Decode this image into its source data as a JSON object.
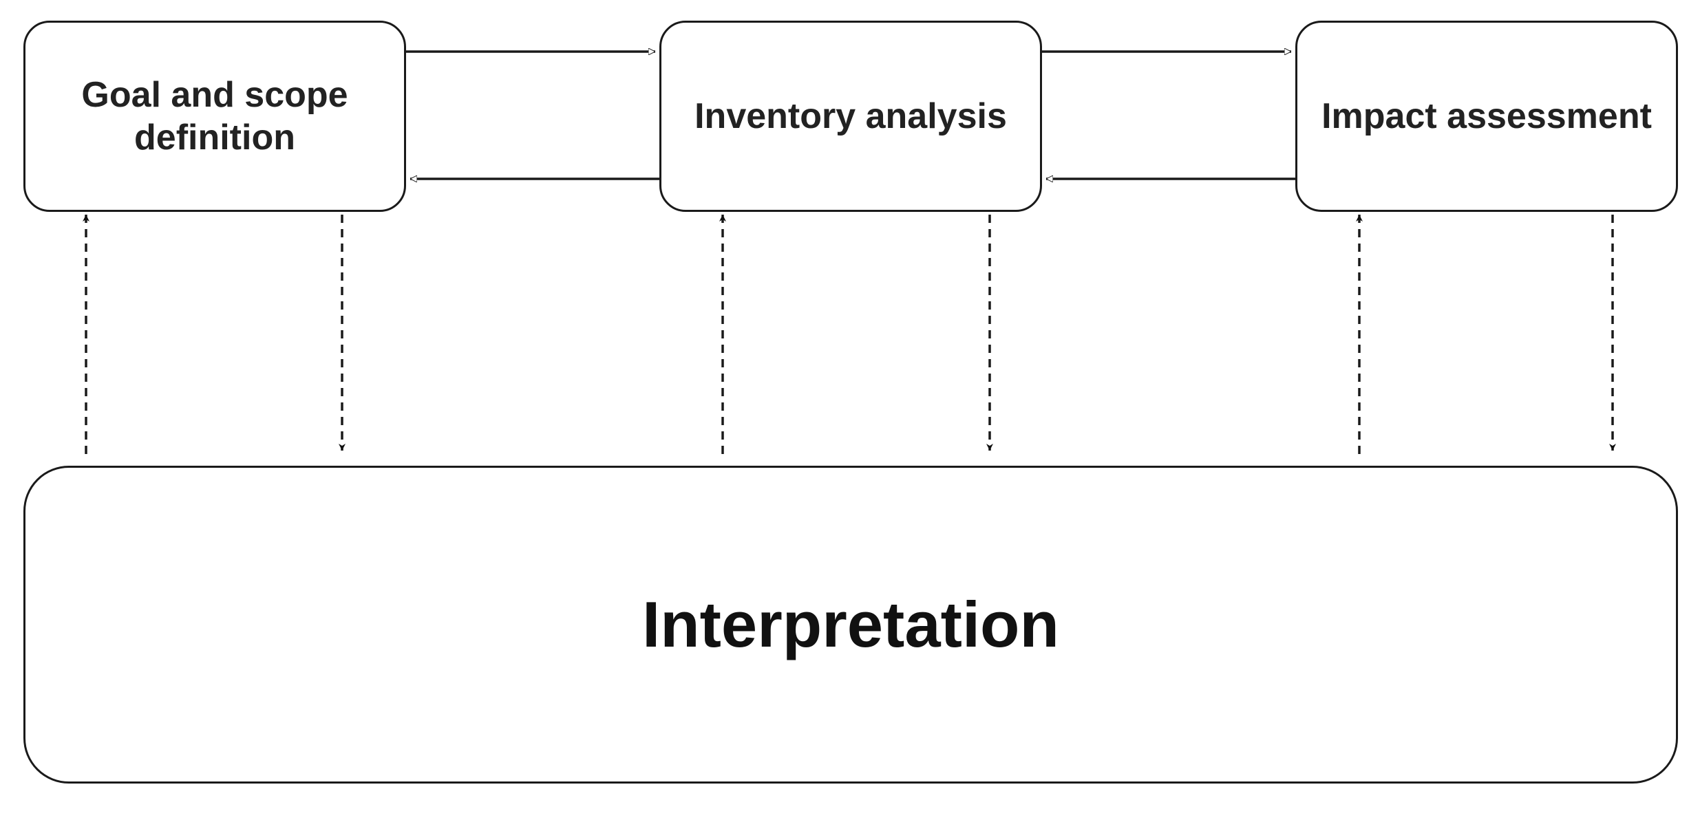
{
  "stages": [
    {
      "id": "goal",
      "label_line1": "Goal and scope",
      "label_line2": "definition"
    },
    {
      "id": "inventory",
      "label": "Inventory analysis"
    },
    {
      "id": "impact",
      "label": "Impact assessment"
    }
  ],
  "interpretation": {
    "label": "Interpretation"
  },
  "colors": {
    "stroke": "#1a1a1a",
    "text": "#222222",
    "background": "#ffffff"
  }
}
